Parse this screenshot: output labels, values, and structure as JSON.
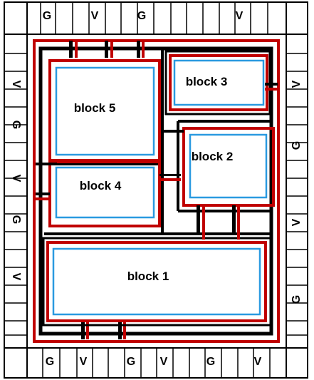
{
  "colors": {
    "black": "#000000",
    "ring_red": "#c00000",
    "block_blue": "#2a9ae0",
    "background": "#ffffff"
  },
  "blocks": {
    "block1": "block 1",
    "block2": "block 2",
    "block3": "block 3",
    "block4": "block 4",
    "block5": "block 5"
  },
  "pads": {
    "top": [
      "G",
      "V",
      "G",
      "V"
    ],
    "bottom": [
      "G",
      "V",
      "G",
      "V",
      "G",
      "V"
    ],
    "left": [
      "V",
      "G",
      "V",
      "G",
      "V"
    ],
    "right": [
      "V",
      "G",
      "V",
      "G"
    ]
  }
}
